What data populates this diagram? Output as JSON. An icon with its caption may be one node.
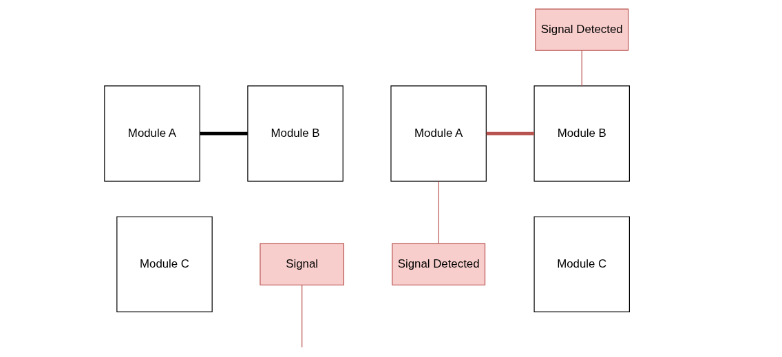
{
  "diagram": {
    "nodes": [
      {
        "text": [
          "Module A"
        ]
      },
      {
        "text": [
          "Module B"
        ]
      },
      {
        "text": [
          "Module C"
        ]
      },
      {
        "text": [
          "Signal"
        ]
      },
      {
        "text": [
          "Signal Detected"
        ]
      },
      {
        "text": [
          "Module A"
        ]
      },
      {
        "text": [
          "Module B"
        ]
      },
      {
        "text": [
          "Signal Detected"
        ]
      },
      {
        "text": [
          "Module C"
        ]
      }
    ],
    "edges": [
      {
        "from": 0,
        "to": 1,
        "arrow": "none",
        "style": "thick",
        "color": "#000000"
      },
      {
        "from": 3,
        "to": null,
        "arrow": "none",
        "color": "#b85450"
      },
      {
        "from": 5,
        "to": 6,
        "arrow": "none",
        "style": "thick",
        "color": "#b85450"
      },
      {
        "from": 4,
        "to": 6,
        "arrow": "none",
        "color": "#b85450"
      },
      {
        "from": 7,
        "to": 5,
        "arrow": "none",
        "color": "#b85450"
      }
    ]
  }
}
